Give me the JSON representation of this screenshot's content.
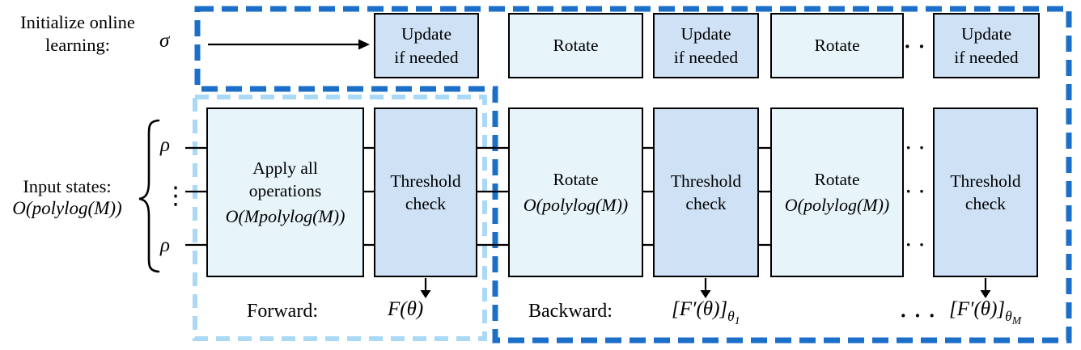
{
  "colors": {
    "dark_dash": "#1c6fc8",
    "light_dash": "#a9d9f5",
    "box_light": "#e7f5fb",
    "box_dark": "#cfe1f5",
    "box_border": "#000000",
    "wire": "#000000"
  },
  "left_panel": {
    "init_label": "Initialize online learning:",
    "sigma": "σ",
    "input_states_label": "Input states:",
    "input_states_math": "O(polylog(M))",
    "rho_top": "ρ",
    "vdots": "⋮",
    "rho_bottom": "ρ"
  },
  "top_row": {
    "boxes": [
      {
        "lines": [
          "Update",
          "if needed"
        ],
        "style": "dark"
      },
      {
        "lines": [
          "Rotate"
        ],
        "style": "light"
      },
      {
        "lines": [
          "Update",
          "if needed"
        ],
        "style": "dark"
      },
      {
        "lines": [
          "Rotate"
        ],
        "style": "light"
      },
      {
        "lines": [
          "Update",
          "if needed"
        ],
        "style": "dark"
      }
    ],
    "ellipsis": "···"
  },
  "middle_row": {
    "boxes": [
      {
        "lines": [
          "Apply all",
          "operations"
        ],
        "math": "O(Mpolylog(M))",
        "style": "light"
      },
      {
        "lines": [
          "Threshold",
          "check"
        ],
        "style": "dark"
      },
      {
        "lines": [
          "Rotate"
        ],
        "math": "O(polylog(M))",
        "style": "light"
      },
      {
        "lines": [
          "Threshold",
          "check"
        ],
        "style": "dark"
      },
      {
        "lines": [
          "Rotate"
        ],
        "math": "O(polylog(M))",
        "style": "light"
      },
      {
        "lines": [
          "Threshold",
          "check"
        ],
        "style": "dark"
      }
    ],
    "wire_ellipsis": "···"
  },
  "bottom_row": {
    "forward_label": "Forward:",
    "forward_output": "F(θ)",
    "backward_label": "Backward:",
    "ellipsis": "···",
    "gradients": [
      {
        "main": "[F′(θ)]",
        "sub": "θ",
        "index": "1"
      },
      {
        "main": "[F′(θ)]",
        "sub": "θ",
        "index": "M"
      }
    ]
  }
}
